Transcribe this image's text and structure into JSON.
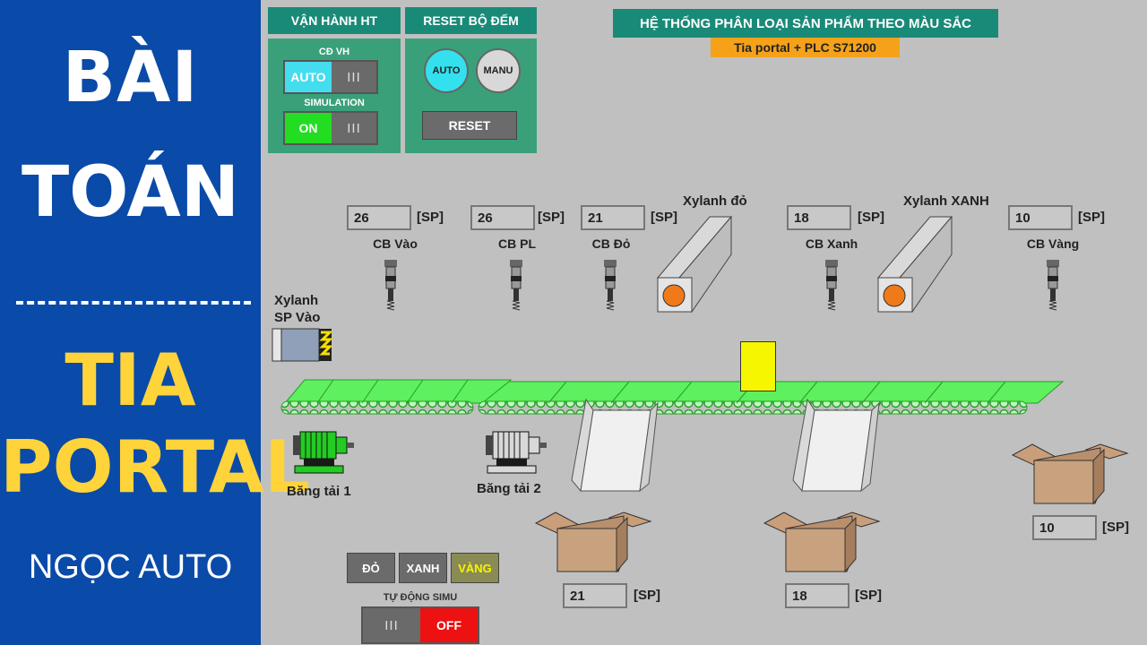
{
  "banner": {
    "line1": "BÀI",
    "line2": "TOÁN",
    "line3": "TIA",
    "line4": "PORTAL",
    "author": "NGỌC AUTO"
  },
  "op_panel": {
    "header": "VẬN HÀNH HT",
    "mode_label": "CĐ VH",
    "mode_value": "AUTO",
    "sim_label": "SIMULATION",
    "sim_value": "ON",
    "off_glyph": "III"
  },
  "reset_panel": {
    "header": "RESET BỘ ĐẾM",
    "auto_label": "AUTO",
    "manu_label": "MANU",
    "reset_label": "RESET"
  },
  "title": {
    "main": "HỆ THỐNG PHÂN LOẠI SẢN PHẨM THEO MÀU SẮC",
    "sub": "Tia portal + PLC S71200"
  },
  "unit": "[SP]",
  "sensors": [
    {
      "label": "CB Vào",
      "count": "26"
    },
    {
      "label": "CB PL",
      "count": "26"
    },
    {
      "label": "CB Đỏ",
      "count": "21"
    },
    {
      "label": "CB Xanh",
      "count": "18"
    },
    {
      "label": "CB Vàng",
      "count": "10"
    }
  ],
  "cylinders": {
    "red": "Xylanh đỏ",
    "blue": "Xylanh XANH",
    "input_line1": "Xylanh",
    "input_line2": "SP Vào"
  },
  "conveyors": {
    "belt1": "Băng tải 1",
    "belt2": "Băng tải 2"
  },
  "boxes": {
    "red_count": "21",
    "blue_count": "18",
    "yellow_count": "10"
  },
  "color_select": {
    "red": "ĐỎ",
    "blue": "XANH",
    "yellow": "VÀNG"
  },
  "auto_simu": {
    "label": "TỰ ĐỘNG SIMU",
    "glyph": "III",
    "value": "OFF"
  },
  "colors": {
    "banner_bg": "#0a4aa8",
    "banner_accent": "#ffd43b",
    "panel_green": "#3aa07a",
    "header_teal": "#1a8a78",
    "belt_green": "#5ef05e",
    "product_yellow": "#f6f600",
    "subtitle_orange": "#f5a21a"
  }
}
